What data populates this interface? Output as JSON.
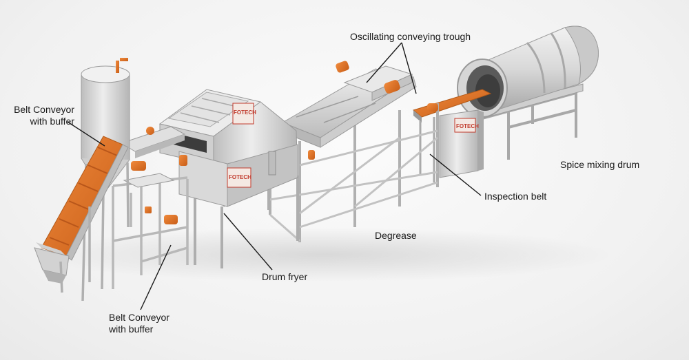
{
  "labels": {
    "belt_conveyor_top_line1": "Belt Conveyor",
    "belt_conveyor_top_line2": "with buffer",
    "belt_conveyor_bottom_line1": "Belt Conveyor",
    "belt_conveyor_bottom_line2": "with buffer",
    "oscillating_trough": "Oscillating conveying trough",
    "spice_mixing_drum": "Spice mixing drum",
    "inspection_belt": "Inspection belt",
    "degrease": "Degrease",
    "drum_fryer": "Drum fryer"
  },
  "brand": {
    "logo_text": "FOTECH"
  },
  "colors": {
    "steel_light": "#e2e2e2",
    "steel_mid": "#c8c8c8",
    "steel_dark": "#9a9a9a",
    "orange": "#e8782a",
    "leader": "#1a1a1a",
    "logo_red": "#c0392b"
  }
}
